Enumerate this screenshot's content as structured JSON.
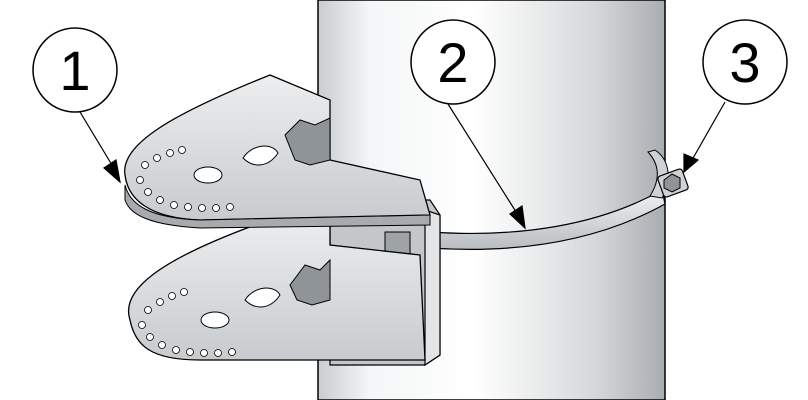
{
  "callouts": [
    {
      "label": "1",
      "part": "bracket"
    },
    {
      "label": "2",
      "part": "band-strap"
    },
    {
      "label": "3",
      "part": "strap-screw"
    }
  ],
  "colors": {
    "pole_light": "#ffffff",
    "pole_shadow": "#a9adb1",
    "metal": "#d9dcde",
    "metal_dark": "#9ea3a7",
    "outline": "#000000"
  }
}
